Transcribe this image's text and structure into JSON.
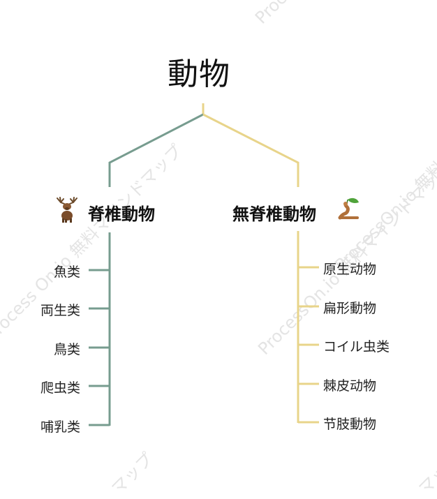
{
  "root": {
    "label": "動物"
  },
  "branches": [
    {
      "label": "脊椎動物",
      "color": "#779c8f",
      "icon": "moose-icon",
      "children": [
        "魚类",
        "両生类",
        "鳥类",
        "爬虫类",
        "哺乳类"
      ]
    },
    {
      "label": "無脊椎動物",
      "color": "#e8d48a",
      "icon": "worm-icon",
      "children": [
        "原生动物",
        "扁形動物",
        "コイル虫类",
        "棘皮动物",
        "节肢動物"
      ]
    }
  ],
  "watermarks": [
    "Process On.io 無料マインドマップ",
    "ProcessOn.io 無料マインドマップ",
    "ProcessOn.io 無料マインドマップ",
    "ProcessOn.io",
    "マップ",
    "マップ"
  ]
}
